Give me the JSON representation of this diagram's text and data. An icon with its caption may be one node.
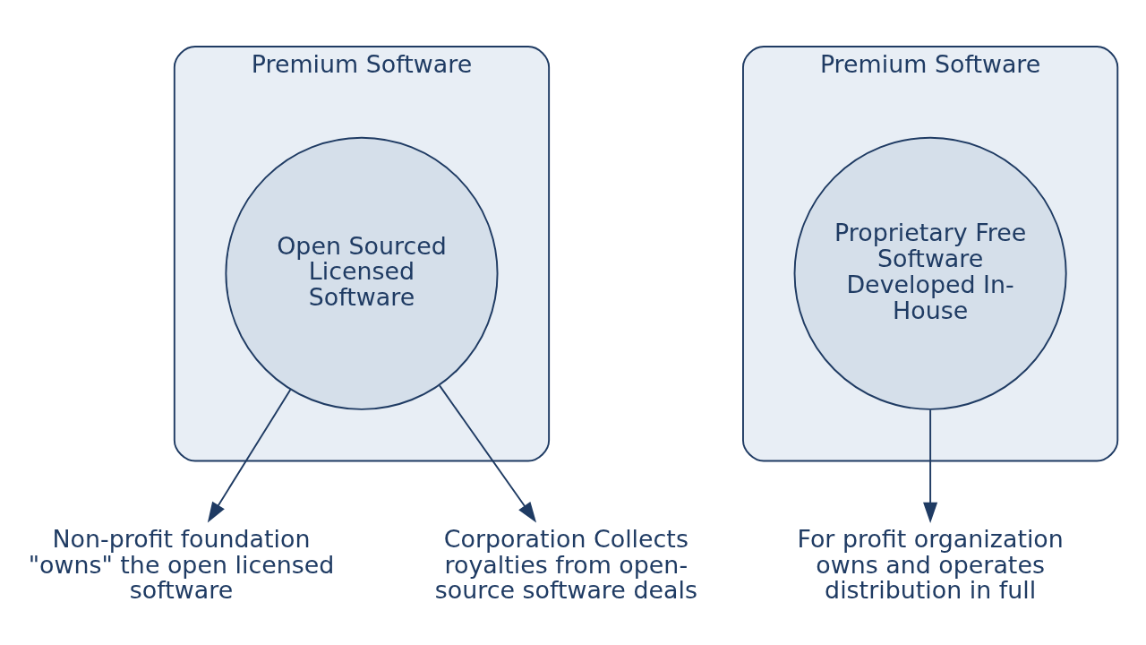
{
  "diagram": {
    "nodes": [
      {
        "text": [
          "Premium Software"
        ]
      },
      {
        "text": [
          "Open Sourced Licensed Software"
        ],
        "in": 0
      },
      {
        "text": [
          "Non-profit foundation \"owns\" the open licensed software"
        ]
      },
      {
        "text": [
          "Corporation Collects royalties from open-source software deals"
        ]
      },
      {
        "text": [
          "Premium Software"
        ]
      },
      {
        "text": [
          "Proprietary Free Software Developed In-House"
        ],
        "in": 4
      },
      {
        "text": [
          "For profit organization owns and operates distribution in full"
        ]
      }
    ],
    "edges": [
      {
        "from": 1,
        "to": 2,
        "arrow": "to"
      },
      {
        "from": 1,
        "to": 3,
        "arrow": "to"
      },
      {
        "from": 5,
        "to": 6,
        "arrow": "to"
      }
    ]
  }
}
